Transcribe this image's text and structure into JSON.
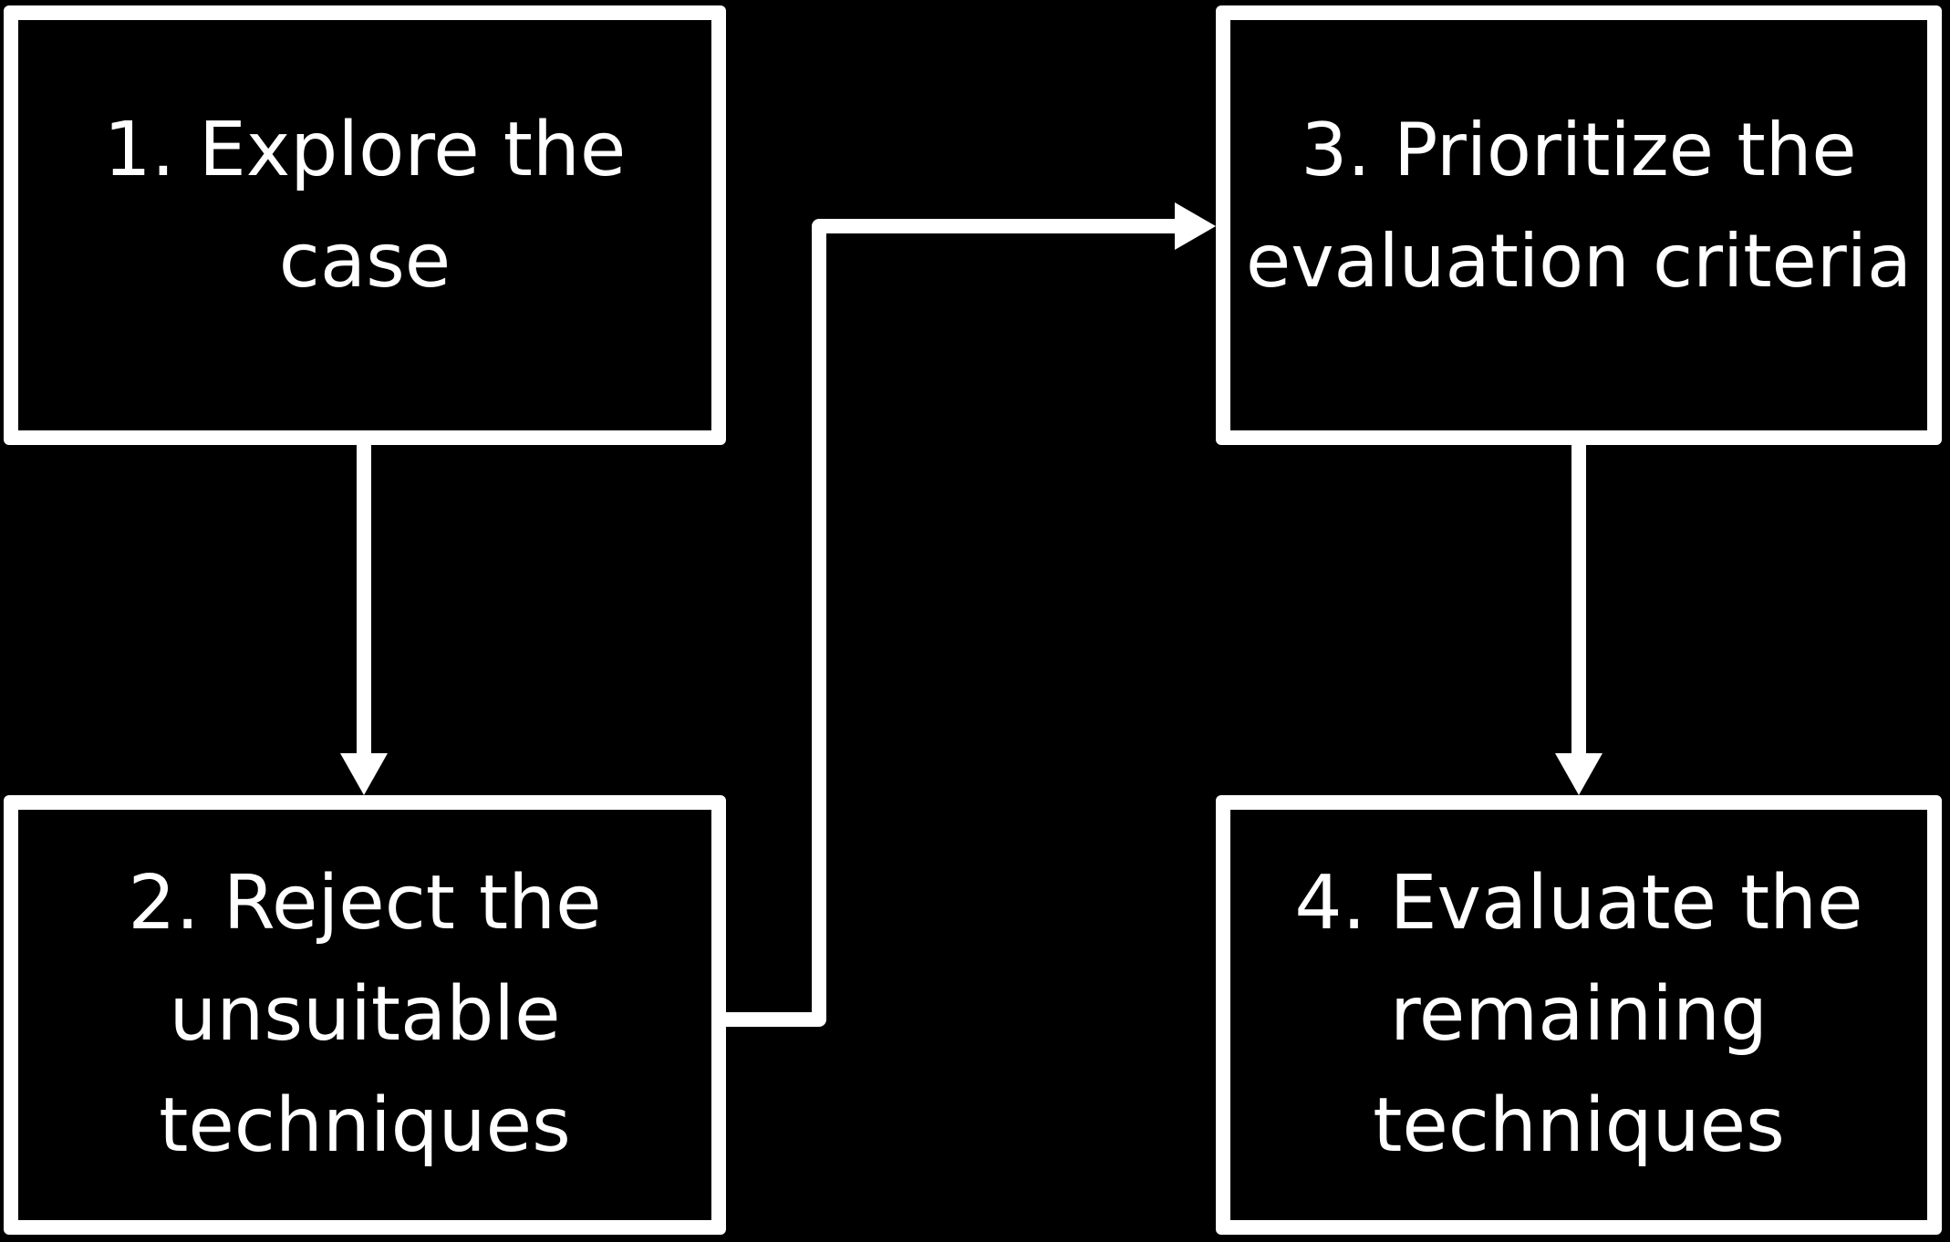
{
  "diagram": {
    "steps": [
      {
        "label": "1. Explore the\ncase"
      },
      {
        "label": "2. Reject the\nunsuitable\ntechniques"
      },
      {
        "label": "3. Prioritize the\nevaluation criteria"
      },
      {
        "label": "4. Evaluate the\nremaining\ntechniques"
      }
    ],
    "colors": {
      "background": "#000000",
      "stroke": "#ffffff",
      "text": "#ffffff"
    }
  }
}
